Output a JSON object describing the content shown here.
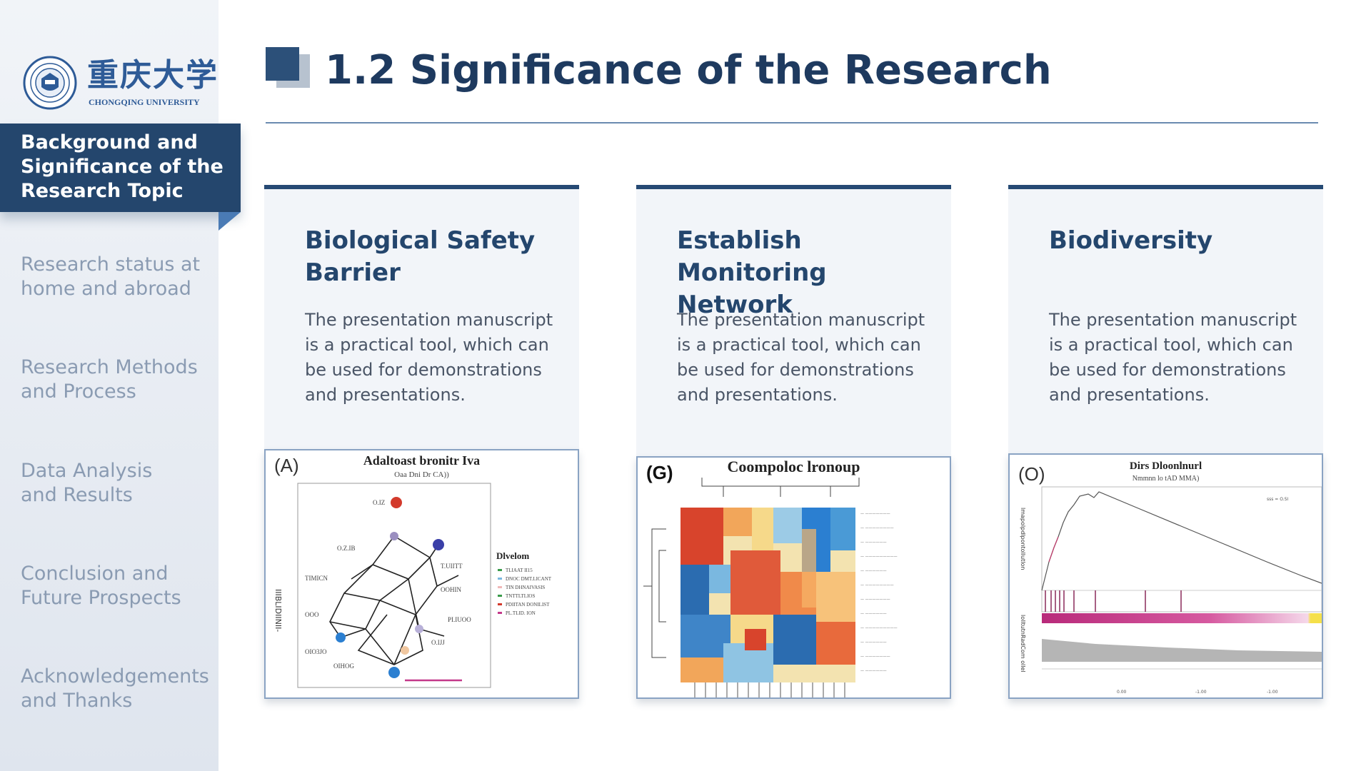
{
  "logo": {
    "name_cn": "重庆大学",
    "name_en": "CHONGQING UNIVERSITY"
  },
  "sidebar": {
    "active": "Background and Significance of the Research Topic",
    "active_lines": [
      "Background and",
      "Significance of the",
      "Research Topic"
    ],
    "items": [
      {
        "line1": "Research status at",
        "line2": "home and abroad"
      },
      {
        "line1": "Research Methods",
        "line2": "and Process"
      },
      {
        "line1": "Data Analysis",
        "line2": "and Results"
      },
      {
        "line1": "Conclusion and",
        "line2": "Future Prospects"
      },
      {
        "line1": "Acknowledgements",
        "line2": "and Thanks"
      }
    ]
  },
  "page": {
    "title": "1.2 Significance of the Research"
  },
  "cards": [
    {
      "title_line1": "Biological Safety",
      "title_line2": "Barrier",
      "text": "The presentation manuscript is a practical tool, which can be used for demonstrations and presentations.",
      "figure": {
        "panel": "(A)",
        "title": "Adaltoast bronitr Iva",
        "subtitle": "Oaa Dni Dr CA))",
        "legend_title": "Dlvelom"
      }
    },
    {
      "title_line1": "Establish Monitoring",
      "title_line2": "Network",
      "text": "The presentation manuscript is a practical tool, which can be used for demonstrations and presentations.",
      "figure": {
        "panel": "(G)",
        "title": "Coompoloc lronoup",
        "subtitle": ""
      }
    },
    {
      "title_line1": "Biodiversity",
      "title_line2": "",
      "text": "The presentation manuscript is a practical tool, which can be used for demonstrations and presentations.",
      "figure": {
        "panel": "(O)",
        "title": "Dirs Dloonlnurl",
        "subtitle": "Nmmnn lo tAD  MMA)"
      }
    }
  ],
  "colors": {
    "navy": "#24466d",
    "sidebar_bg": "#e6ebf2",
    "muted_text": "#8a9bb2",
    "card_bg": "#f2f5f9"
  }
}
